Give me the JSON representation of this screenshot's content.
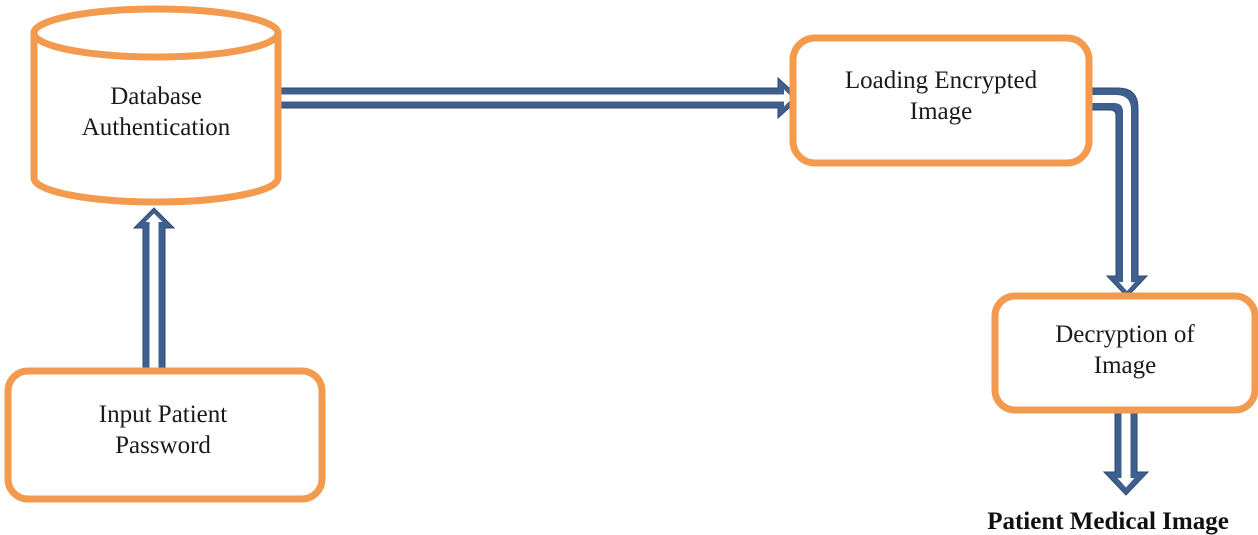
{
  "colors": {
    "box_stroke": "#f39a4e",
    "arrow_fill": "#3f5f8e",
    "arrow_outline": "#2f4a72",
    "arrow_inner": "#ffffff",
    "text": "#1a1a1a"
  },
  "nodes": {
    "database": {
      "shape": "cylinder",
      "line1": "Database",
      "line2": "Authentication"
    },
    "input_password": {
      "shape": "rounded-rect",
      "line1": "Input Patient",
      "line2": "Password"
    },
    "loading_image": {
      "shape": "rounded-rect",
      "line1": "Loading Encrypted",
      "line2": "Image"
    },
    "decryption": {
      "shape": "rounded-rect",
      "line1": "Decryption of",
      "line2": "Image"
    }
  },
  "output": {
    "label": "Patient Medical Image"
  },
  "edges": [
    {
      "from": "input_password",
      "to": "database"
    },
    {
      "from": "database",
      "to": "loading_image"
    },
    {
      "from": "loading_image",
      "to": "decryption"
    },
    {
      "from": "decryption",
      "to": "output"
    }
  ]
}
